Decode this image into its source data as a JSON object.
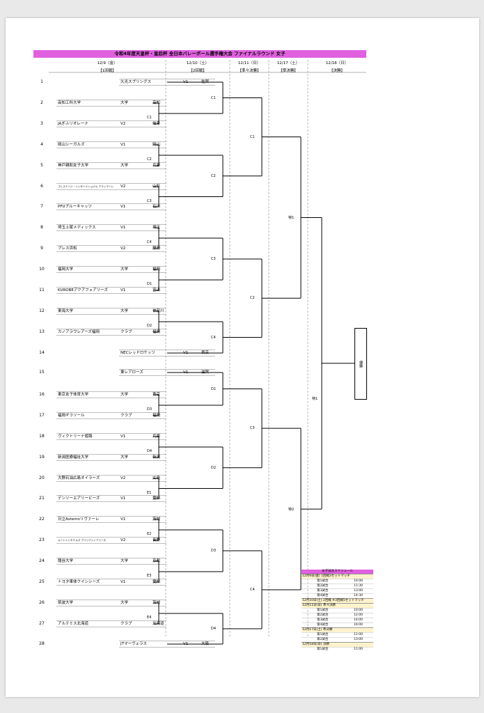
{
  "title": "令和4年度天皇杯・皇后杯 全日本バレーボール選手権大会 ファイナルラウンド 女子",
  "days": [
    {
      "date": "12/9（金）",
      "round": "【1回戦】"
    },
    {
      "date": "12/10（土）",
      "round": "【2回戦】"
    },
    {
      "date": "12/11（日）",
      "round": "【準々決勝】"
    },
    {
      "date": "12/17（土）",
      "round": "【準決勝】"
    },
    {
      "date": "12/18（日）",
      "round": "【決勝】"
    }
  ],
  "teams": [
    {
      "no": "1",
      "name": "久光スプリングス",
      "cat": "V1",
      "pref": "佐賀"
    },
    {
      "no": "2",
      "name": "高知工科大学",
      "cat": "大学",
      "pref": "高知"
    },
    {
      "no": "3",
      "name": "JAぎふリオレーナ",
      "cat": "V2",
      "pref": "岐阜"
    },
    {
      "no": "4",
      "name": "岡山シーガルズ",
      "cat": "V1",
      "pref": "岡山"
    },
    {
      "no": "5",
      "name": "神戸親和女子大学",
      "cat": "大学",
      "pref": "兵庫"
    },
    {
      "no": "6",
      "name": "プレステージ・インターナショナル アランマーレ",
      "cat": "V2",
      "pref": "山形"
    },
    {
      "no": "7",
      "name": "PFUブルーキャッツ",
      "cat": "V1",
      "pref": "石川"
    },
    {
      "no": "8",
      "name": "埼玉上尾メディックス",
      "cat": "V1",
      "pref": "埼玉"
    },
    {
      "no": "9",
      "name": "ブレス浜松",
      "cat": "V2",
      "pref": "静岡"
    },
    {
      "no": "10",
      "name": "福岡大学",
      "cat": "大学",
      "pref": "福岡"
    },
    {
      "no": "11",
      "name": "KUROBEアクアフェアリーズ",
      "cat": "V1",
      "pref": "富山"
    },
    {
      "no": "12",
      "name": "東海大学",
      "cat": "大学",
      "pref": "神奈川"
    },
    {
      "no": "13",
      "name": "カノアラウレアーズ福岡",
      "cat": "クラブ",
      "pref": "福岡"
    },
    {
      "no": "14",
      "name": "NECレッドロケッツ",
      "cat": "V1",
      "pref": "東京"
    },
    {
      "no": "15",
      "name": "東レアローズ",
      "cat": "V1",
      "pref": "滋賀"
    },
    {
      "no": "16",
      "name": "東京女子体育大学",
      "cat": "大学",
      "pref": "東京"
    },
    {
      "no": "17",
      "name": "福岡ギラソール",
      "cat": "クラブ",
      "pref": "福岡"
    },
    {
      "no": "18",
      "name": "ヴィクトリーナ姫路",
      "cat": "V1",
      "pref": "兵庫"
    },
    {
      "no": "19",
      "name": "新潟医療福祉大学",
      "cat": "大学",
      "pref": "新潟"
    },
    {
      "no": "20",
      "name": "大野石油広島オイラーズ",
      "cat": "V2",
      "pref": "広島"
    },
    {
      "no": "21",
      "name": "デンソーエアリービーズ",
      "cat": "V1",
      "pref": "愛知"
    },
    {
      "no": "22",
      "name": "日立Astemoリヴァーレ",
      "cat": "V1",
      "pref": "茨城"
    },
    {
      "no": "23",
      "name": "ルートインホテルズ ブリリアントアリーズ",
      "cat": "V2",
      "pref": "長野"
    },
    {
      "no": "24",
      "name": "龍谷大学",
      "cat": "大学",
      "pref": "京都"
    },
    {
      "no": "25",
      "name": "トヨタ車体クインシーズ",
      "cat": "V1",
      "pref": "愛知"
    },
    {
      "no": "26",
      "name": "筑波大学",
      "cat": "大学",
      "pref": "茨城"
    },
    {
      "no": "27",
      "name": "アルテミス北海道",
      "cat": "クラブ",
      "pref": "北海道"
    },
    {
      "no": "28",
      "name": "JTマーヴェラス",
      "cat": "V1",
      "pref": "大阪"
    }
  ],
  "match_labels": {
    "r1": [
      "C1",
      "C2",
      "C3",
      "C4",
      "D1",
      "D2",
      "D3",
      "D4",
      "D1",
      "E1",
      "E2",
      "E3",
      "E4"
    ],
    "r2": [
      "C1",
      "C2",
      "C3",
      "C4",
      "D1",
      "D2",
      "D3",
      "D4"
    ],
    "qf": [
      "C1",
      "C3",
      "C2",
      "C4"
    ],
    "sf": [
      "特1",
      "特2"
    ],
    "final": "特1"
  },
  "champion": "優勝",
  "schedule": {
    "title": "女子試合スケジュール",
    "blocks": [
      {
        "header": "12月9日(金) 1回戦3セットマッチ",
        "rows": [
          [
            "第1試合",
            "10:00"
          ],
          [
            "第2試合",
            "11:30"
          ],
          [
            "第3試合",
            "13:00"
          ],
          [
            "第4試合",
            "14:30"
          ]
        ]
      },
      {
        "header": "12月10日(土) 2回戦 ※3回戦5セットマッチ",
        "rows": []
      },
      {
        "header": "12月11日(日) 準々決勝",
        "rows": [
          [
            "第1試合",
            "10:00"
          ],
          [
            "第2試合",
            "12:00"
          ],
          [
            "第3試合",
            "14:00"
          ],
          [
            "第4試合",
            "16:00"
          ]
        ]
      },
      {
        "header": "12月17日(土) 準決勝",
        "rows": [
          [
            "第1試合",
            "11:00"
          ],
          [
            "第2試合",
            "13:00"
          ]
        ]
      },
      {
        "header": "12月18日(日) 決勝",
        "rows": [
          [
            "第1試合",
            "11:00"
          ]
        ]
      }
    ]
  }
}
